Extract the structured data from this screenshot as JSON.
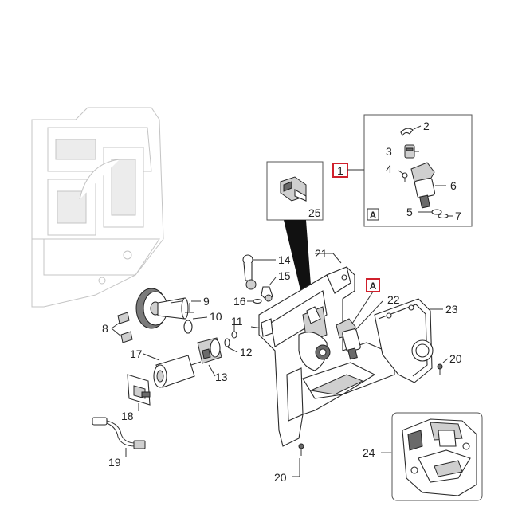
{
  "callouts": {
    "c1": "1",
    "c2": "2",
    "c3": "3",
    "c4": "4",
    "c5": "5",
    "c6": "6",
    "c7": "7",
    "c8": "8",
    "c9": "9",
    "c10": "10",
    "c11": "11",
    "c12": "12",
    "c13": "13",
    "c14": "14",
    "c15": "15",
    "c16": "16",
    "c17": "17",
    "c18": "18",
    "c19": "19",
    "c20a": "20",
    "c20b": "20",
    "c21": "21",
    "c22": "22",
    "c23": "23",
    "c24": "24",
    "c25": "25"
  },
  "inset_tags": {
    "detail_a": "A",
    "marker_a": "A"
  },
  "colors": {
    "highlight": "#d0202c",
    "line": "#333333",
    "ghost": "#c4c4c4"
  }
}
